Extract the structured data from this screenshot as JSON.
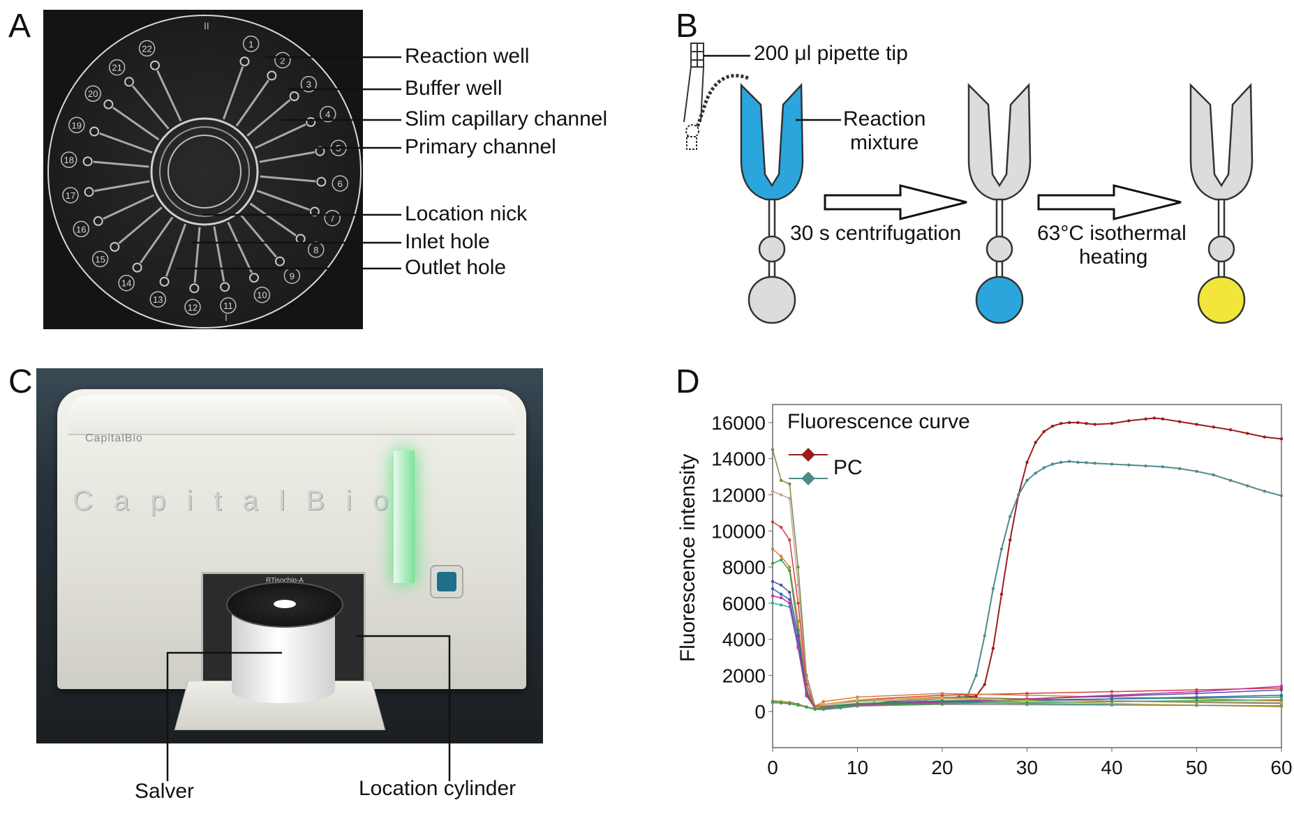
{
  "panels": {
    "a": "A",
    "b": "B",
    "c": "C",
    "d": "D"
  },
  "panel_a": {
    "labels": [
      "Reaction well",
      "Buffer well",
      "Slim capillary channel",
      "Primary channel",
      "Location nick",
      "Inlet hole",
      "Outlet hole"
    ],
    "well_numbers": [
      "1",
      "2",
      "3",
      "4",
      "5",
      "6",
      "7",
      "8",
      "9",
      "10",
      "11",
      "12",
      "13",
      "14",
      "15",
      "16",
      "17",
      "18",
      "19",
      "20",
      "21",
      "22"
    ],
    "marks": [
      "II",
      "I"
    ]
  },
  "panel_b": {
    "tip_label": "200 μl pipette tip",
    "mixture_label_1": "Reaction",
    "mixture_label_2": "mixture",
    "step1": "30 s centrifugation",
    "step2_1": "63°C isothermal",
    "step2_2": "heating",
    "colors": {
      "blue": "#2aa6dc",
      "yellow": "#f2e63a",
      "grey": "#dcdcdc"
    }
  },
  "panel_c": {
    "brand": "CapitalBio",
    "brand_small": "CapitalBio",
    "model": "RTisochip-A",
    "label_salver": "Salver",
    "label_cylinder": "Location cylinder"
  },
  "chart_data": {
    "type": "line",
    "title": "Fluorescence curve",
    "xlabel": "",
    "ylabel": "Fluorescence intensity",
    "xlim": [
      0,
      60
    ],
    "ylim": [
      -2000,
      17000
    ],
    "xticks": [
      0,
      10,
      20,
      30,
      40,
      50,
      60
    ],
    "yticks": [
      0,
      2000,
      4000,
      6000,
      8000,
      10000,
      12000,
      14000,
      16000
    ],
    "legend": {
      "label": "PC",
      "placement": "top-left"
    },
    "series": [
      {
        "color": "#9b1c1c",
        "marker": "diamond",
        "x": [
          0,
          1,
          2,
          3,
          4,
          5,
          6,
          8,
          10,
          12,
          14,
          16,
          18,
          20,
          22,
          23,
          24,
          25,
          26,
          27,
          28,
          29,
          30,
          31,
          32,
          33,
          34,
          35,
          36,
          37,
          38,
          40,
          42,
          44,
          45,
          46,
          48,
          50,
          52,
          54,
          56,
          58,
          60
        ],
        "y": [
          600,
          550,
          500,
          400,
          250,
          150,
          150,
          250,
          350,
          450,
          550,
          650,
          700,
          750,
          800,
          820,
          850,
          1500,
          3500,
          6500,
          9500,
          12000,
          13800,
          14900,
          15500,
          15800,
          15950,
          16000,
          16000,
          15950,
          15900,
          15950,
          16100,
          16200,
          16250,
          16200,
          16050,
          15900,
          15750,
          15600,
          15400,
          15200,
          15100
        ]
      },
      {
        "color": "#4f8a8b",
        "marker": "diamond",
        "x": [
          0,
          1,
          2,
          3,
          4,
          5,
          6,
          8,
          10,
          12,
          14,
          16,
          18,
          20,
          22,
          23,
          24,
          25,
          26,
          27,
          28,
          29,
          30,
          31,
          32,
          33,
          34,
          35,
          36,
          37,
          38,
          40,
          42,
          44,
          46,
          48,
          50,
          52,
          54,
          56,
          58,
          60
        ],
        "y": [
          500,
          480,
          450,
          380,
          250,
          120,
          120,
          200,
          300,
          400,
          500,
          600,
          650,
          700,
          750,
          900,
          2000,
          4200,
          6800,
          9000,
          10800,
          12000,
          12800,
          13200,
          13500,
          13700,
          13800,
          13850,
          13800,
          13780,
          13750,
          13700,
          13650,
          13600,
          13550,
          13450,
          13300,
          13100,
          12800,
          12500,
          12200,
          11950
        ]
      },
      {
        "color": "#7a8a3a",
        "x": [
          0,
          1,
          2,
          3,
          4,
          5,
          6,
          10,
          20,
          30,
          40,
          50,
          60
        ],
        "y": [
          14500,
          12800,
          12600,
          8000,
          2000,
          300,
          400,
          600,
          800,
          700,
          600,
          500,
          450
        ]
      },
      {
        "color": "#c0a0a0",
        "x": [
          0,
          1,
          2,
          3,
          4,
          5,
          6,
          10,
          20,
          30,
          40,
          50,
          60
        ],
        "y": [
          12200,
          12000,
          11800,
          7000,
          1800,
          300,
          380,
          550,
          700,
          650,
          600,
          550,
          500
        ]
      },
      {
        "color": "#d04040",
        "x": [
          0,
          1,
          2,
          3,
          4,
          5,
          6,
          10,
          20,
          30,
          40,
          50,
          60
        ],
        "y": [
          10500,
          10200,
          9500,
          6000,
          1500,
          250,
          400,
          650,
          900,
          1000,
          1100,
          1200,
          1300
        ]
      },
      {
        "color": "#e07a3a",
        "x": [
          0,
          1,
          2,
          3,
          4,
          5,
          6,
          10,
          20,
          30,
          40,
          50,
          60
        ],
        "y": [
          9000,
          8600,
          8000,
          5000,
          1200,
          300,
          550,
          800,
          1000,
          900,
          800,
          700,
          600
        ]
      },
      {
        "color": "#2e9d4a",
        "x": [
          0,
          1,
          2,
          3,
          4,
          5,
          6,
          10,
          20,
          30,
          40,
          50,
          60
        ],
        "y": [
          8200,
          8400,
          7800,
          4500,
          1100,
          200,
          300,
          450,
          600,
          650,
          700,
          750,
          800
        ]
      },
      {
        "color": "#5a4aa8",
        "x": [
          0,
          1,
          2,
          3,
          4,
          5,
          6,
          10,
          20,
          30,
          40,
          50,
          60
        ],
        "y": [
          7200,
          7000,
          6600,
          4200,
          1000,
          150,
          250,
          400,
          550,
          700,
          850,
          1000,
          1200
        ]
      },
      {
        "color": "#2a6ab8",
        "x": [
          0,
          1,
          2,
          3,
          4,
          5,
          6,
          10,
          20,
          30,
          40,
          50,
          60
        ],
        "y": [
          6800,
          6500,
          6200,
          3800,
          900,
          150,
          250,
          350,
          500,
          600,
          700,
          800,
          900
        ]
      },
      {
        "color": "#2ab0a0",
        "x": [
          0,
          1,
          2,
          3,
          4,
          5,
          6,
          10,
          20,
          30,
          40,
          50,
          60
        ],
        "y": [
          6000,
          5900,
          5800,
          3500,
          850,
          200,
          300,
          400,
          500,
          450,
          400,
          350,
          300
        ]
      },
      {
        "color": "#c030a0",
        "x": [
          0,
          1,
          2,
          3,
          4,
          5,
          6,
          10,
          20,
          30,
          40,
          50,
          60
        ],
        "y": [
          6400,
          6300,
          6000,
          3600,
          900,
          180,
          260,
          380,
          520,
          700,
          900,
          1100,
          1400
        ]
      },
      {
        "color": "#e0b040",
        "x": [
          0,
          1,
          2,
          3,
          4,
          5,
          6,
          10,
          20,
          30,
          40,
          50,
          60
        ],
        "y": [
          600,
          550,
          480,
          380,
          260,
          140,
          400,
          650,
          750,
          600,
          450,
          350,
          250
        ]
      },
      {
        "color": "#808080",
        "x": [
          0,
          1,
          2,
          3,
          4,
          5,
          6,
          10,
          20,
          30,
          40,
          50,
          60
        ],
        "y": [
          500,
          470,
          420,
          350,
          240,
          120,
          200,
          300,
          400,
          380,
          360,
          340,
          320
        ]
      },
      {
        "color": "#40a040",
        "x": [
          0,
          1,
          2,
          3,
          4,
          5,
          6,
          10,
          20,
          30,
          40,
          50,
          60
        ],
        "y": [
          550,
          500,
          450,
          360,
          250,
          130,
          220,
          330,
          450,
          500,
          550,
          600,
          650
        ]
      }
    ]
  }
}
